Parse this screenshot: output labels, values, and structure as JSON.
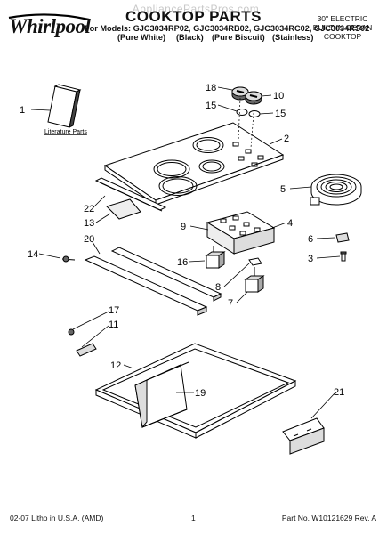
{
  "header": {
    "brand": "Whirlpool",
    "watermark": "AppliancePartsPros.com",
    "title": "COOKTOP PARTS",
    "models_prefix": "For Models:",
    "models": [
      "GJC3034RP02,",
      "GJC3034RB02,",
      "GJC3034RC02,",
      "GJC3034RS02"
    ],
    "finishes": [
      "(Pure White)",
      "(Black)",
      "(Pure Biscuit)",
      "(Stainless)"
    ],
    "product_lines": [
      "30\" ELECTRIC",
      "BUILT-IN CERAN",
      "COOKTOP"
    ]
  },
  "diagram": {
    "literature_label": "Literature Parts",
    "callouts": [
      "18",
      "10",
      "15",
      "15",
      "1",
      "2",
      "5",
      "22",
      "13",
      "9",
      "4",
      "20",
      "14",
      "16",
      "6",
      "3",
      "8",
      "7",
      "17",
      "11",
      "12",
      "19",
      "21"
    ]
  },
  "footer": {
    "left": "02-07 Litho in U.S.A. (AMD)",
    "page": "1",
    "part_no": "Part No. W10121629 Rev. A"
  }
}
